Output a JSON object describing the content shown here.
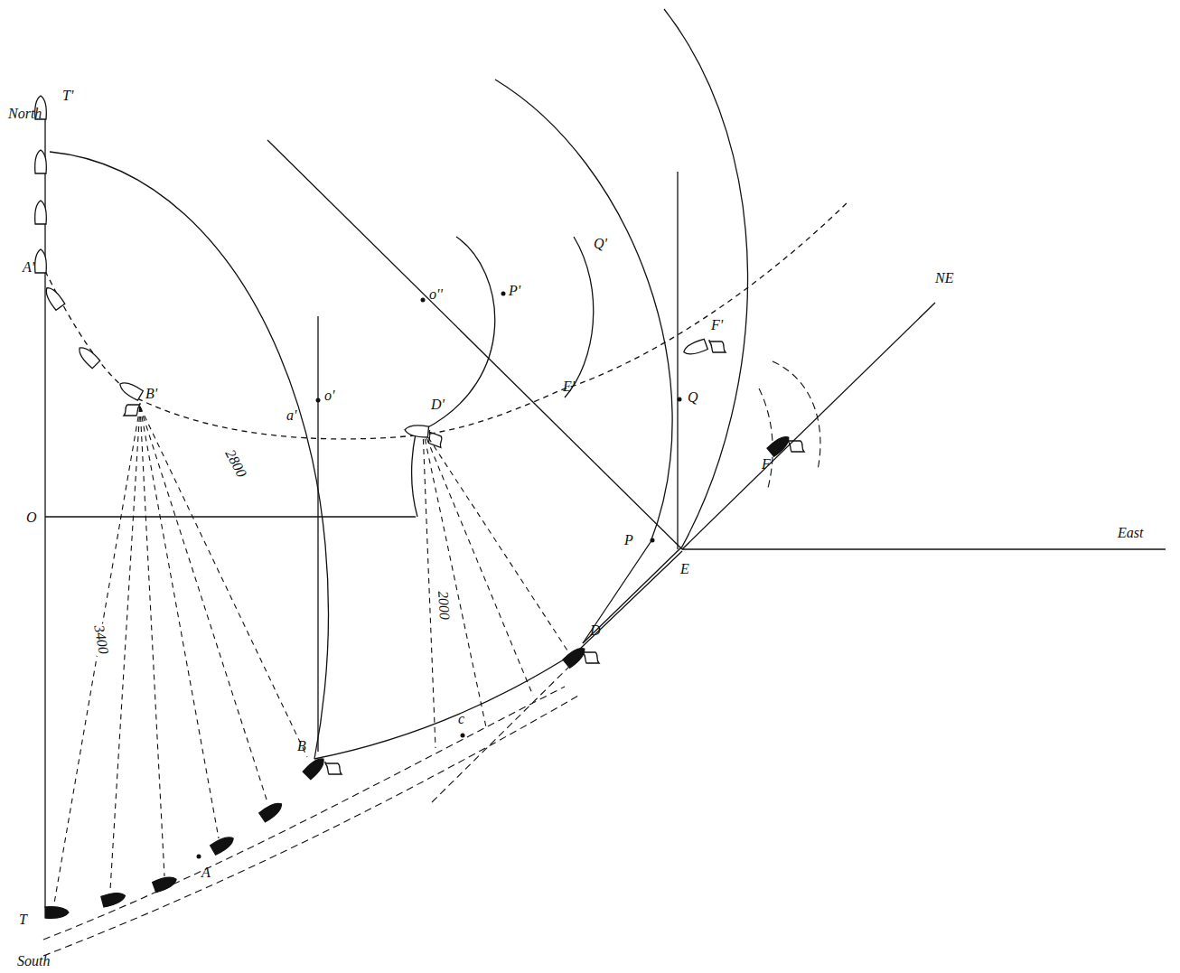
{
  "diagram": {
    "labels": [
      "North",
      "T'",
      "A'",
      "B'",
      "O",
      "a'",
      "o'",
      "o''",
      "P'",
      "Q'",
      "D'",
      "E'",
      "F'",
      "Q",
      "NE",
      "P",
      "E",
      "East",
      "F",
      "D",
      "c",
      "B",
      "A",
      "T",
      "South",
      "3400",
      "2800",
      "2000"
    ]
  }
}
